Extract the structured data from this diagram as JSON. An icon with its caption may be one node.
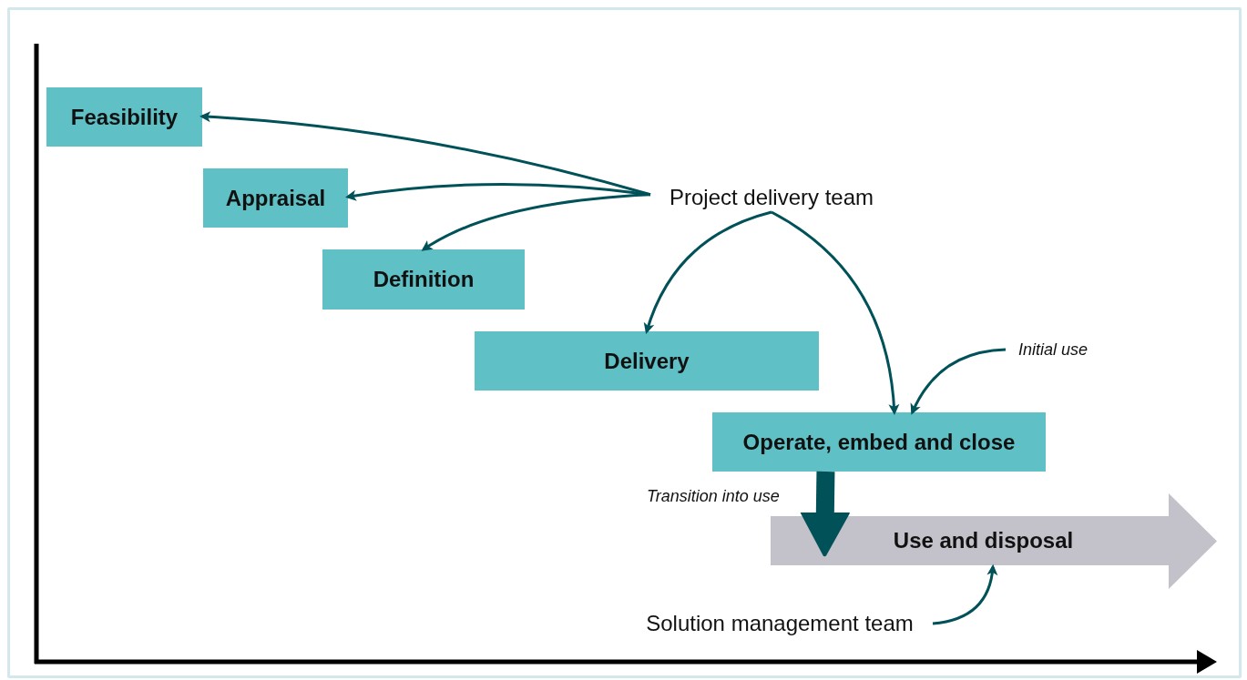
{
  "diagram": {
    "nodes": [
      {
        "text": [
          "Feasibility"
        ]
      },
      {
        "text": [
          "Appraisal"
        ]
      },
      {
        "text": [
          "Definition"
        ]
      },
      {
        "text": [
          "Delivery"
        ]
      },
      {
        "text": [
          "Operate, embed and close"
        ]
      },
      {
        "text": [
          "Use and disposal"
        ]
      },
      {
        "text": [
          "Project delivery team"
        ]
      },
      {
        "text": [
          "Initial use"
        ]
      },
      {
        "text": [
          "Solution management team"
        ]
      }
    ],
    "edges": [
      {
        "from": 6,
        "to": 0,
        "arrow": "to"
      },
      {
        "from": 6,
        "to": 1,
        "arrow": "to"
      },
      {
        "from": 6,
        "to": 2,
        "arrow": "to"
      },
      {
        "from": 6,
        "to": 3,
        "arrow": "to"
      },
      {
        "from": 6,
        "to": 4,
        "arrow": "to"
      },
      {
        "from": 7,
        "to": 4,
        "arrow": "to"
      },
      {
        "from": 4,
        "to": 5,
        "arrow": "to",
        "label": "Transition into use",
        "style": "thick"
      },
      {
        "from": 8,
        "to": 5,
        "arrow": "to"
      }
    ]
  }
}
